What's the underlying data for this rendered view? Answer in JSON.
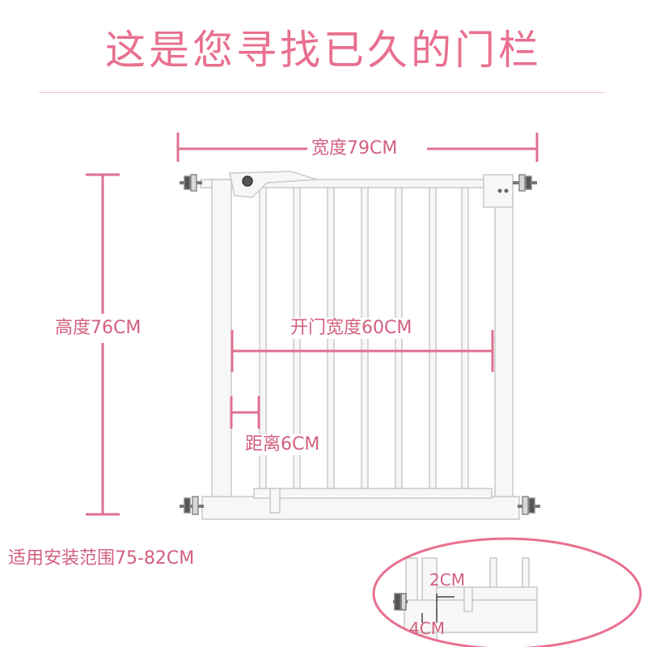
{
  "title": "这是您寻找已久的门栏",
  "colors": {
    "accent": "#e8708f",
    "dimension_line": "#e0708f",
    "gate_frame": "#f7f7f7",
    "gate_outline": "#c9c9c9"
  },
  "dimensions": {
    "width": "宽度79CM",
    "height": "高度76CM",
    "door_opening": "开门宽度60CM",
    "bar_spacing": "距离6CM",
    "install_range": "适用安装范围75-82CM"
  },
  "detail_inset": {
    "label_a": "2CM",
    "label_b": "4CM"
  }
}
